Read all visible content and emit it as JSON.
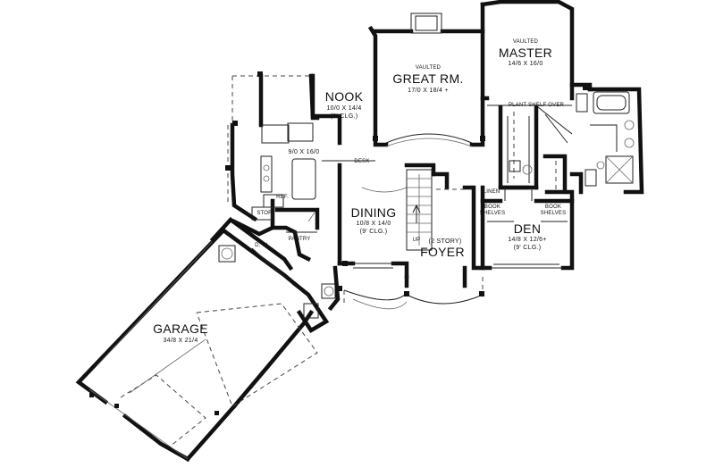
{
  "rooms": {
    "master": {
      "note": "VAULTED",
      "name": "MASTER",
      "dims": "14/6 X 16/0"
    },
    "great_room": {
      "note": "VAULTED",
      "name": "GREAT RM.",
      "dims": "17/0 X 18/4 +"
    },
    "nook": {
      "name": "NOOK",
      "dims": "10/0 X 14/4",
      "ceiling": "(9' CLG.)"
    },
    "kitchen": {
      "dims": "9/0 X 16/0"
    },
    "dining": {
      "name": "DINING",
      "dims": "10/8 X 14/0",
      "ceiling": "(9' CLG.)"
    },
    "foyer": {
      "note": "(2 STORY)",
      "name": "FOYER"
    },
    "den": {
      "name": "DEN",
      "dims": "14/8 X 12/6+",
      "ceiling": "(9' CLG.)"
    },
    "garage": {
      "name": "GARAGE",
      "dims": "34/8 X 21/4"
    }
  },
  "annotations": {
    "plant_shelf": "PLANT SHELF OVER",
    "desk": "DESK",
    "ref": "REF.",
    "pantry": "PANTRY",
    "stor": "STOR",
    "dw": "D.  W.",
    "linen": "LINEN",
    "book_shelves_left": "BOOK\nSHELVES",
    "book_shelves_right": "BOOK\nSHELVES",
    "up": "UP"
  }
}
